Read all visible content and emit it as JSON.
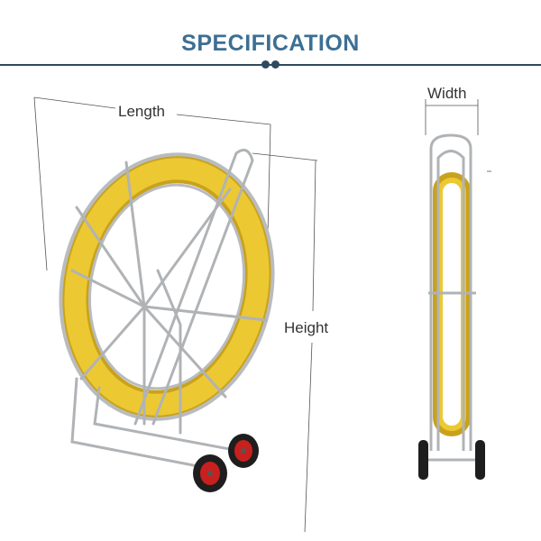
{
  "header": {
    "title": "SPECIFICATION"
  },
  "dimensions": {
    "length": "Length",
    "height": "Height",
    "width": "Width"
  },
  "colors": {
    "title": "#3d6f93",
    "rule": "#2f4a5e",
    "coil": "#e9c42a",
    "frame": "#b9bcbf",
    "wheel": "#c8201e"
  }
}
